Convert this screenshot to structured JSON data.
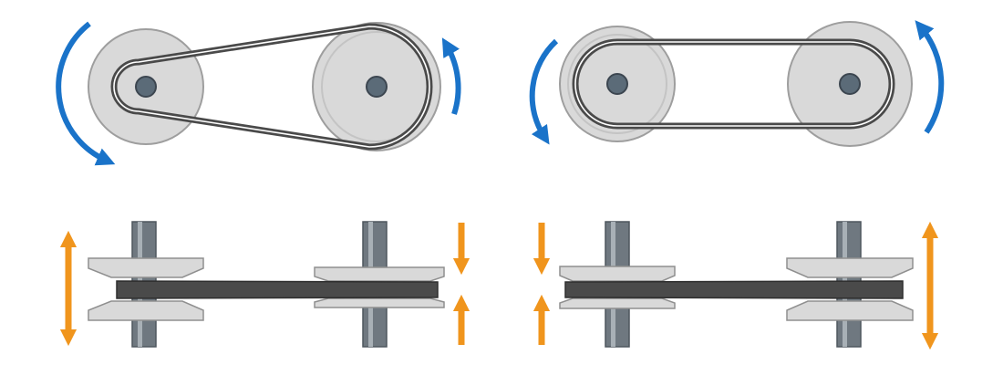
{
  "colors": {
    "background": "#ffffff",
    "pulley_face": "#d9d9d9",
    "pulley_edge": "#9e9e9e",
    "pulley_groove": "#bdbdbd",
    "belt": "#4a4a4a",
    "belt_inner": "#ffffff",
    "hub": "#5b6b78",
    "hub_edge": "#3c4650",
    "shaft": "#6f7880",
    "shaft_highlight": "#a8b0b6",
    "rotation_arrow": "#1a73c9",
    "adjust_arrow": "#f0951d"
  },
  "icons": {
    "rotation": "curved-arrow-icon",
    "adjust_wide": "double-arrow-icon",
    "adjust_in": "arrow-icon"
  },
  "configurations": [
    {
      "id": "configuration-1",
      "driver_pulley": "small",
      "driven_pulley": "large"
    },
    {
      "id": "configuration-2",
      "driver_pulley": "large",
      "driven_pulley": "small"
    }
  ]
}
